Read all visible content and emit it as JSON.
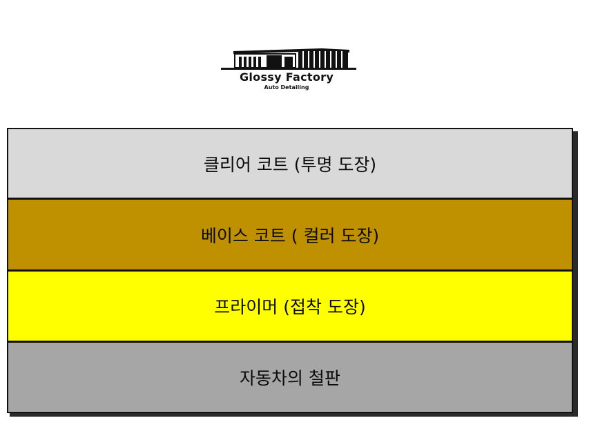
{
  "logo": {
    "title": "Glossy Factory",
    "subtitle": "Auto Detailing",
    "icon": "building-icon"
  },
  "layers": [
    {
      "label": "클리어 코트 (투명 도장)",
      "color": "#d9d9d9"
    },
    {
      "label": "베이스 코트 ( 컬러 도장)",
      "color": "#bf9000"
    },
    {
      "label": "프라이머 (접착 도장)",
      "color": "#ffff00"
    },
    {
      "label": "자동차의 철판",
      "color": "#a6a6a6"
    }
  ]
}
